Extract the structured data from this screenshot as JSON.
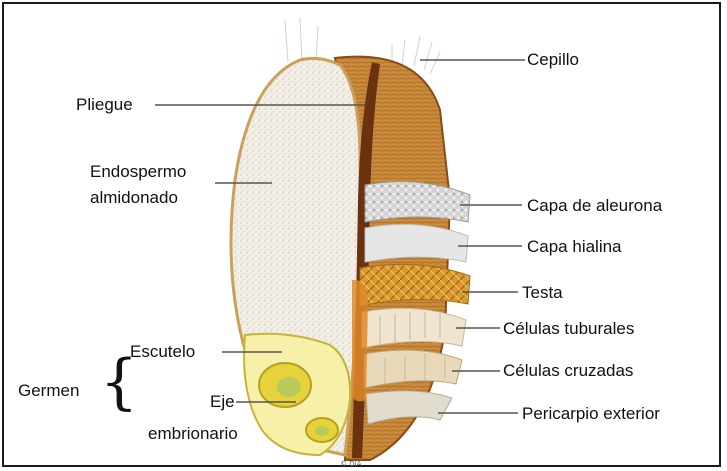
{
  "labels": {
    "cepillo": "Cepillo",
    "pliegue": "Pliegue",
    "endospermo_1": "Endospermo",
    "endospermo_2": "almidonado",
    "capa_aleurona": "Capa de aleurona",
    "capa_hialina": "Capa hialina",
    "testa": "Testa",
    "celulas_tubulares": "Células tuburales",
    "celulas_cruzadas": "Células cruzadas",
    "pericarpio": "Pericarpio exterior",
    "escutelo": "Escutelo",
    "germen": "Germen",
    "eje_1": "Eje",
    "eje_2": "embrionario"
  },
  "watermark": "© DIA",
  "colors": {
    "endosperm": "#f3efe6",
    "bran": "#c98a3a",
    "bran_dark": "#8a4a14",
    "crease": "#6b3210",
    "aleurone": "#d9d9d9",
    "hyaline": "#e8e8e8",
    "testa": "#d99a2e",
    "tubular": "#efe4cf",
    "cross": "#e9d9bb",
    "pericarp": "#e2dccd",
    "germ": "#f6f0a8",
    "embryo": "#e6d23a",
    "leader": "#555555"
  }
}
